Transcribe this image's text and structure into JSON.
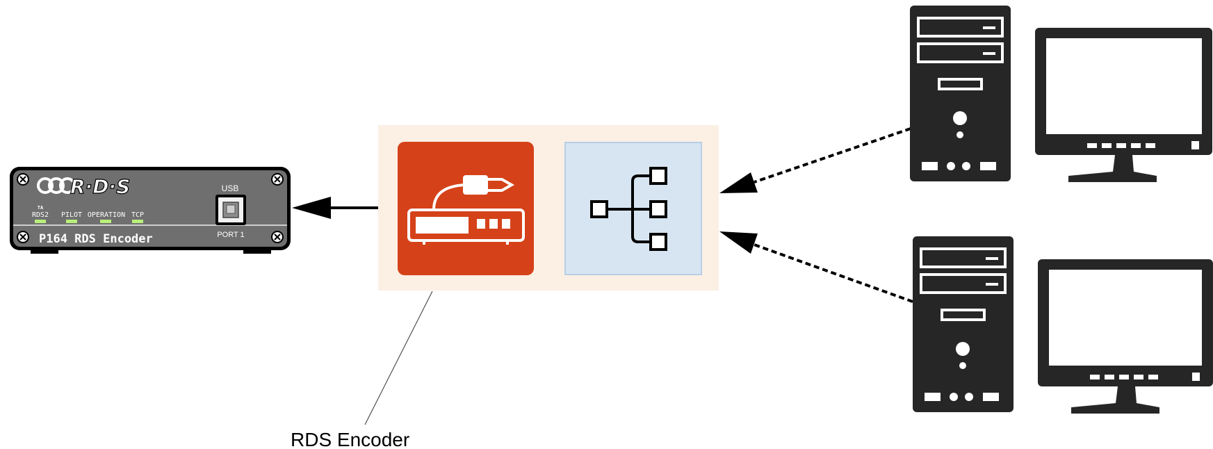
{
  "device": {
    "logo_text": "R·D·S",
    "indicators": [
      {
        "label": "RDS2",
        "sublabel": "TA"
      },
      {
        "label": "PILOT",
        "sublabel": ""
      },
      {
        "label": "OPERATION",
        "sublabel": ""
      },
      {
        "label": "TCP",
        "sublabel": ""
      }
    ],
    "usb_label": "USB",
    "port_label": "PORT 1",
    "model_label": "P164 RDS Encoder",
    "led_color": "#b8f07a"
  },
  "callout": {
    "label": "RDS Encoder"
  },
  "colors": {
    "panel_bg": "#fcefe4",
    "encoder_tile": "#d54219",
    "network_tile": "#d7e5f2",
    "network_tile_border": "#b6cfe6",
    "device_body": "#6f6f6f",
    "computer": "#262626"
  },
  "icons": {
    "encoder": "encoder-icon",
    "network": "network-tree-icon",
    "computer": "desktop-computer-icon"
  }
}
